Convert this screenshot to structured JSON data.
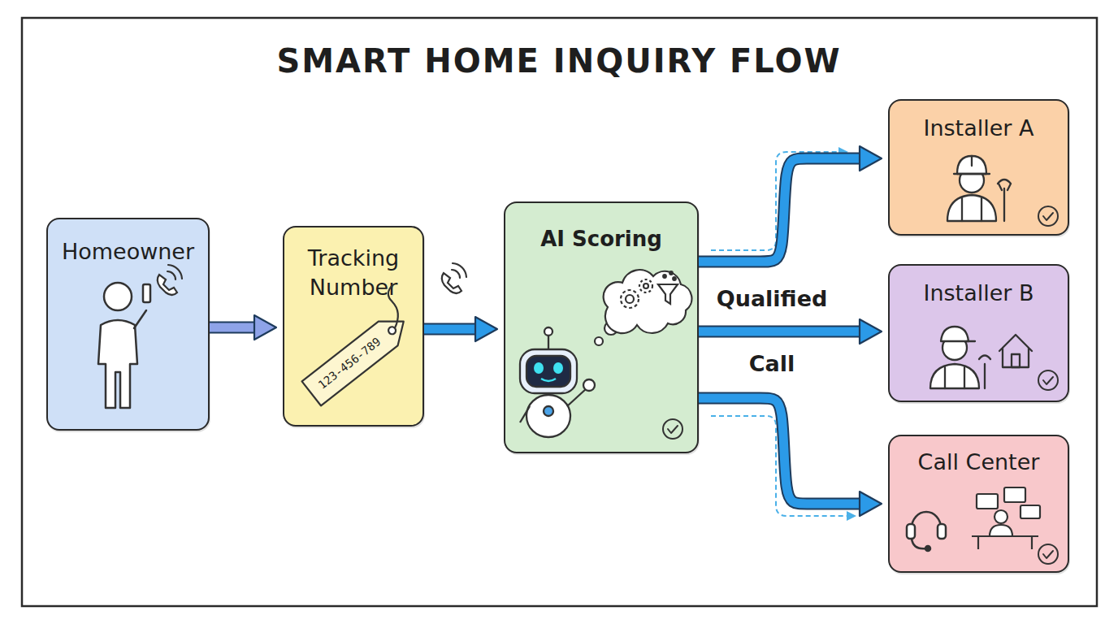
{
  "diagram": {
    "title": "SMART HOME INQUIRY FLOW",
    "nodes": [
      {
        "text": [
          "Homeowner"
        ]
      },
      {
        "text": [
          "Tracking Number"
        ]
      },
      {
        "text": [
          "AI Scoring"
        ]
      },
      {
        "text": [
          "Installer A"
        ]
      },
      {
        "text": [
          "Installer B"
        ]
      },
      {
        "text": [
          "Call Center"
        ]
      }
    ],
    "edges": [
      {
        "from": 0,
        "to": 1,
        "arrow": "to"
      },
      {
        "from": 1,
        "to": 2,
        "arrow": "to"
      },
      {
        "from": 2,
        "to": 3,
        "arrow": "to"
      },
      {
        "from": 2,
        "to": 4,
        "label": "Qualified Call",
        "arrow": "to"
      },
      {
        "from": 2,
        "to": 5,
        "arrow": "to"
      }
    ],
    "labels": [
      "123-456-789"
    ]
  }
}
